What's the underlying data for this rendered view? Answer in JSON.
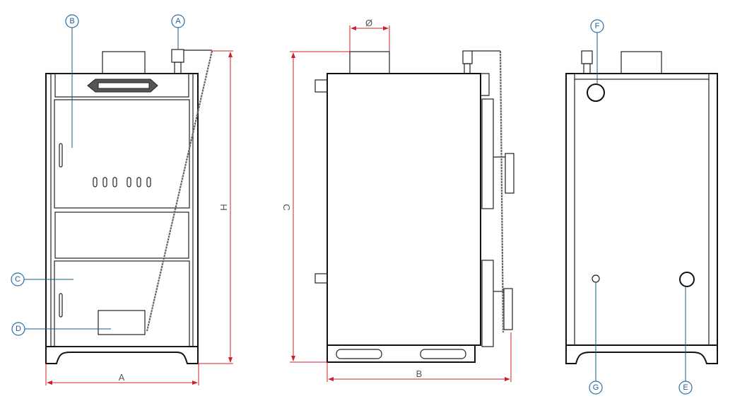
{
  "colors": {
    "dimension": "#d0202a",
    "callout": "#2a6fa8",
    "outline": "#222222"
  },
  "callouts": {
    "A": "A",
    "B": "B",
    "C": "C",
    "D": "D",
    "E": "E",
    "F": "F",
    "G": "G"
  },
  "dimensions": {
    "width_front": "A",
    "depth_side": "B",
    "height_side": "C",
    "height_front": "H",
    "flue_diameter": "Ø"
  }
}
